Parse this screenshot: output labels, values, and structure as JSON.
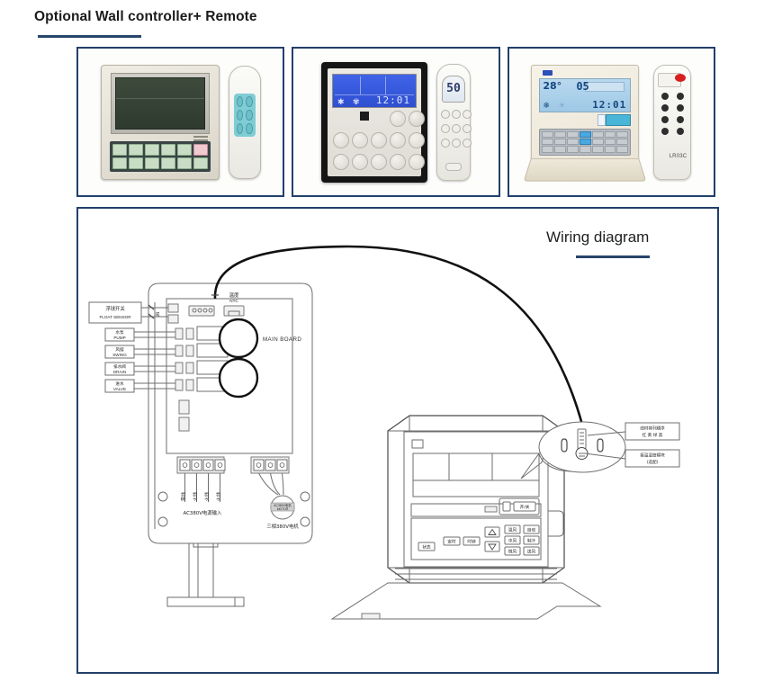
{
  "header": {
    "title": "Optional Wall controller+ Remote",
    "accent_color": "#27456b"
  },
  "panels": [
    {
      "id": "panel-1",
      "name": "beige-lcd-wall-controller-with-handheld-remote",
      "controller": {
        "type": "wall-controller",
        "screen": "",
        "keys": 12
      },
      "remote": {
        "type": "handheld-remote",
        "buttons": 6,
        "model": ""
      }
    },
    {
      "id": "panel-2",
      "name": "black-bezel-wall-controller-with-slim-remote",
      "controller": {
        "type": "wall-controller",
        "display_time": "12:01",
        "keys": 12
      },
      "remote": {
        "type": "slim-remote",
        "display_value": "50",
        "buttons": 9,
        "model": ""
      }
    },
    {
      "id": "panel-3",
      "name": "cream-wall-controller-with-ir-remote",
      "controller": {
        "type": "wall-controller",
        "temperature": "28°",
        "mode_number": "05",
        "clock": "12:01",
        "keys": 14
      },
      "remote": {
        "type": "ir-remote",
        "model": "LR03C",
        "buttons": 8
      }
    }
  ],
  "wiring": {
    "title": "Wiring diagram",
    "accent_color": "#27456b",
    "board_label": "MAIN BOARD",
    "sensor_label": {
      "cn": "温度",
      "en": "NTC"
    },
    "left_terminals": [
      {
        "cn": "浮球开关",
        "en": "FLOAT SENSOR"
      },
      {
        "cn": "水泵",
        "en": "PUMP"
      },
      {
        "cn": "风摆",
        "en": "SWING"
      },
      {
        "cn": "排水阀",
        "en": "DRAIN"
      },
      {
        "cn": "进水",
        "en": "VALVE"
      }
    ],
    "or_mark": "或",
    "power_terminal_labels": [
      "零线",
      "火线",
      "火线",
      "火线"
    ],
    "power_label": "AC380V电源输入",
    "motor_label": "三相380V电机",
    "motor_badge": "AC380V电机\nMOTOR",
    "callouts": [
      {
        "cn": "线材排列顺序",
        "cn2": "红 黄 绿 黑"
      },
      {
        "cn": "接温湿度模块",
        "cn2": "(选配)"
      }
    ],
    "panel_buttons": {
      "power": "开/关",
      "left": [
        "状态"
      ],
      "middle": [
        "定时",
        "时钟"
      ],
      "arrows": [
        "▲",
        "▼"
      ],
      "grid": [
        "强风",
        "自动",
        "中风",
        "制冷",
        "微风",
        "送风"
      ]
    }
  }
}
